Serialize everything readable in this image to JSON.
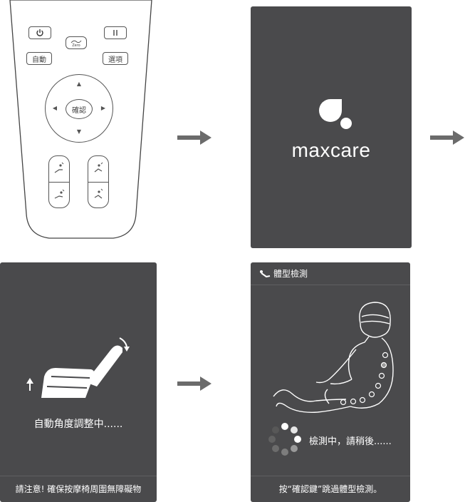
{
  "remote": {
    "auto_label": "自動",
    "options_label": "選項",
    "confirm_label": "確認",
    "zero_label": "Zero"
  },
  "logo_screen": {
    "brand": "maxcare"
  },
  "adjust_screen": {
    "status": "自動角度調整中......",
    "warning": "請注意! 確保按摩椅周圍無障礙物"
  },
  "scan_screen": {
    "title": "體型檢測",
    "status": "檢測中，請稍後......",
    "hint": "按“確認鍵”跳過體型檢測。"
  },
  "colors": {
    "screen_bg": "#4a4a4c",
    "arrow": "#6b6b6b"
  }
}
